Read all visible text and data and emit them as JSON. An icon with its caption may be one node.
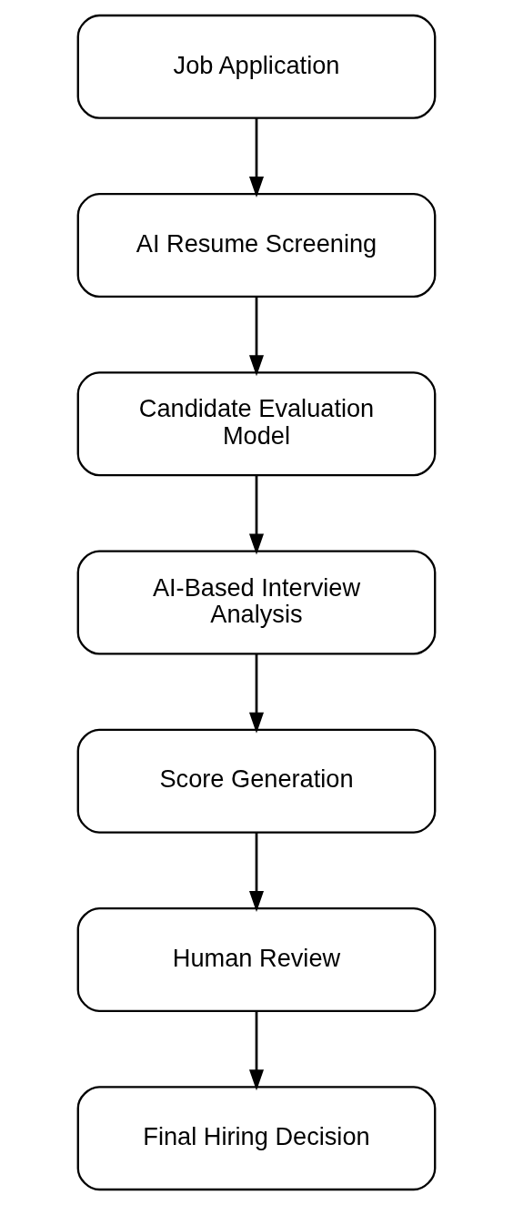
{
  "diagram": {
    "nodes": [
      {
        "text": [
          "Job Application"
        ]
      },
      {
        "text": [
          "AI Resume Screening"
        ]
      },
      {
        "text": [
          "Candidate Evaluation Model"
        ]
      },
      {
        "text": [
          "AI-Based Interview Analysis"
        ]
      },
      {
        "text": [
          "Score Generation"
        ]
      },
      {
        "text": [
          "Human Review"
        ]
      },
      {
        "text": [
          "Final Hiring Decision"
        ]
      }
    ],
    "edges": [
      {
        "from": 0,
        "to": 1,
        "arrow": "to"
      },
      {
        "from": 1,
        "to": 2,
        "arrow": "to"
      },
      {
        "from": 2,
        "to": 3,
        "arrow": "to"
      },
      {
        "from": 3,
        "to": 4,
        "arrow": "to"
      },
      {
        "from": 4,
        "to": 5,
        "arrow": "to"
      },
      {
        "from": 5,
        "to": 6,
        "arrow": "to"
      }
    ]
  }
}
